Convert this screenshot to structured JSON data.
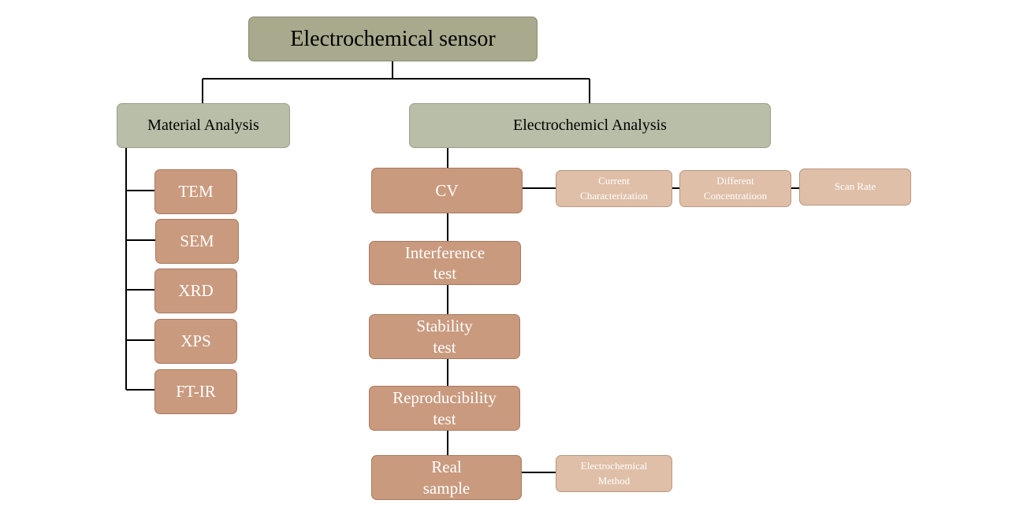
{
  "root": "Electrochemical sensor",
  "material": {
    "title": "Material Analysis",
    "items": [
      "TEM",
      "SEM",
      "XRD",
      "XPS",
      "FT-IR"
    ]
  },
  "electro": {
    "title": "Electrochemicl Analysis",
    "items": [
      "CV",
      "Interference\ntest",
      "Stability\ntest",
      "Reproducibility\ntest",
      "Real\nsample"
    ],
    "cv_subs": [
      "Current\nCharacterization",
      "Different\nConcentratioon",
      "Scan Rate"
    ],
    "real_sub": "Electrochemical\nMethod"
  }
}
